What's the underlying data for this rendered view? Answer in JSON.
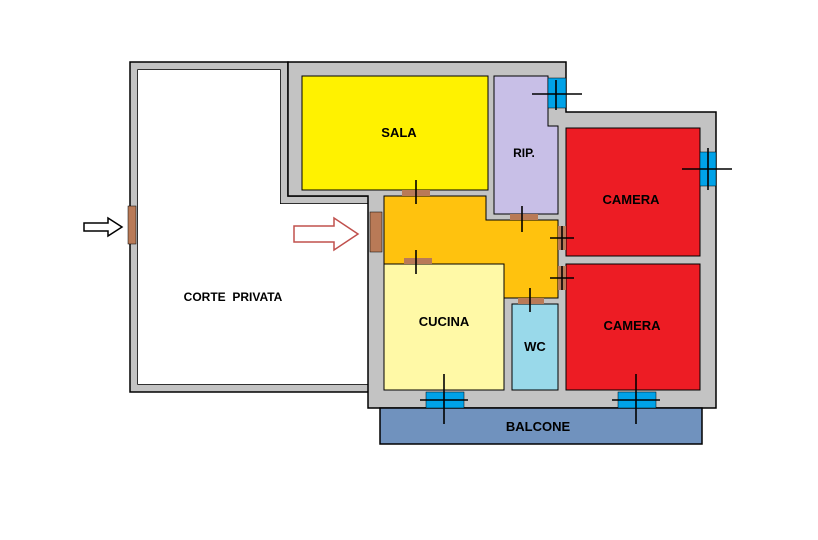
{
  "rooms": {
    "corte_privata": {
      "label": "CORTE  PRIVATA",
      "color": "#ffffff"
    },
    "sala": {
      "label": "SALA",
      "color": "#fff200"
    },
    "ripostiglio": {
      "label": "RIP.",
      "color": "#c8bfe7"
    },
    "camera_1": {
      "label": "CAMERA",
      "color": "#ed1c24"
    },
    "camera_2": {
      "label": "CAMERA",
      "color": "#ed1c24"
    },
    "cucina": {
      "label": "CUCINA",
      "color": "#fff9a6"
    },
    "wc": {
      "label": "WC",
      "color": "#99d9ea"
    },
    "corridoio": {
      "color": "#ffc20e"
    },
    "balcone": {
      "label": "BALCONE",
      "color": "#7092be"
    }
  },
  "colors": {
    "wall_fill": "#c3c3c3",
    "wall_outline": "#000000",
    "door": "#b97a57",
    "window": "#00a2e8",
    "entry_arrow_outline": "#c0504d",
    "courtyard_arrow_outline": "#000000"
  },
  "icons": {
    "courtyard_entry": "arrow-right-icon",
    "apartment_entry": "arrow-right-icon"
  }
}
